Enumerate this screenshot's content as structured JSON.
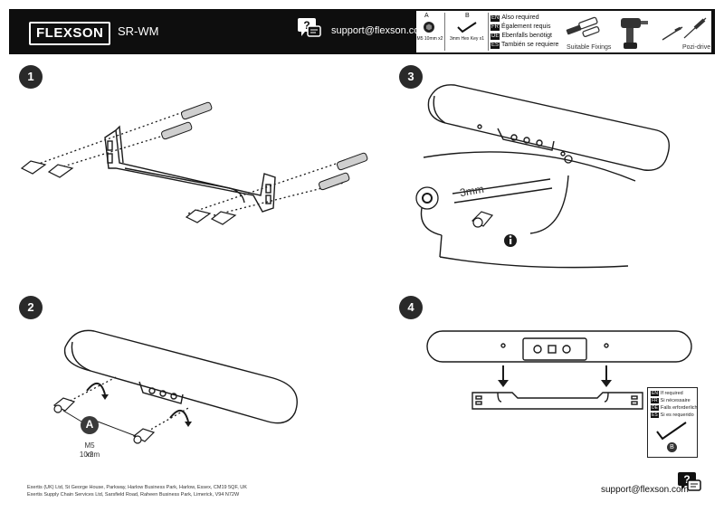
{
  "header": {
    "logo": "FLEXSON",
    "model": "SR-WM",
    "support_email": "support@flexson.com",
    "requirements": {
      "item_a_letter": "A",
      "item_a_caption": "M5 10mm x2",
      "item_b_letter": "B",
      "item_b_caption": "3mm Hex Key x1",
      "also_required": [
        {
          "code": "EN",
          "text": "Also required"
        },
        {
          "code": "FR",
          "text": "Également requis"
        },
        {
          "code": "DE",
          "text": "Ebenfalls benötigt"
        },
        {
          "code": "ES",
          "text": "También se requiere"
        }
      ],
      "fixings_label": "Suitable Fixings",
      "screwdriver_label": "Pozi-drive"
    }
  },
  "steps": [
    {
      "number": "1"
    },
    {
      "number": "2",
      "part_letter": "A",
      "part_caption": "M5 10mm",
      "part_qty": "x2"
    },
    {
      "number": "3",
      "callout": "3mm"
    },
    {
      "number": "4"
    }
  ],
  "note": {
    "lines": [
      {
        "code": "EN",
        "text": "If required"
      },
      {
        "code": "FR",
        "text": "Si nécessaire"
      },
      {
        "code": "DE",
        "text": "Falls erforderlich"
      },
      {
        "code": "ES",
        "text": "Si es requerido"
      }
    ],
    "tool_letter": "B"
  },
  "footer": {
    "address_1": "Exertis (UK) Ltd, St George House, Parkway, Harlow Business Park, Harlow, Essex, CM19 5QF, UK",
    "address_2": "Exertis Supply Chain Services Ltd, Sarsfield Road, Raheen Business Park, Limerick, V94 N72W",
    "support_email": "support@flexson.com"
  },
  "colors": {
    "header_bg": "#0e0e0e",
    "ink": "#1a1a1a"
  }
}
